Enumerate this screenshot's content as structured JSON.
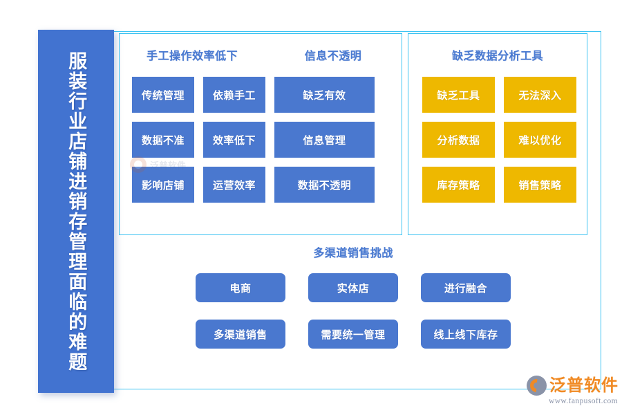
{
  "side_title": {
    "text": "服装行业店铺进销存管理面临的难题"
  },
  "colors": {
    "primary_blue": "#4a78cf",
    "sidebar_blue": "#4273d0",
    "accent_yellow": "#eeb800",
    "border_cyan": "#3cc3f2",
    "heading_blue": "#4a7ad1",
    "logo_orange": "#f08a24",
    "logo_gray": "#8a93a8"
  },
  "panel_left": {
    "heading_a": "手工操作效率低下",
    "heading_b": "信息不透明",
    "boxes": [
      "传统管理",
      "依赖手工",
      "缺乏有效",
      "数据不准",
      "效率低下",
      "信息管理",
      "影响店铺",
      "运营效率",
      "数据不透明"
    ]
  },
  "panel_right": {
    "heading": "缺乏数据分析工具",
    "boxes": [
      "缺乏工具",
      "无法深入",
      "分析数据",
      "难以优化",
      "库存策略",
      "销售策略"
    ]
  },
  "bottom_section": {
    "heading": "多渠道销售挑战",
    "row1": [
      "电商",
      "实体店",
      "进行融合"
    ],
    "row2": [
      "多渠道销售",
      "需要统一管理",
      "线上线下库存"
    ]
  },
  "watermark": {
    "brand": "泛普软件",
    "url": "www.fanpusoft.com"
  }
}
